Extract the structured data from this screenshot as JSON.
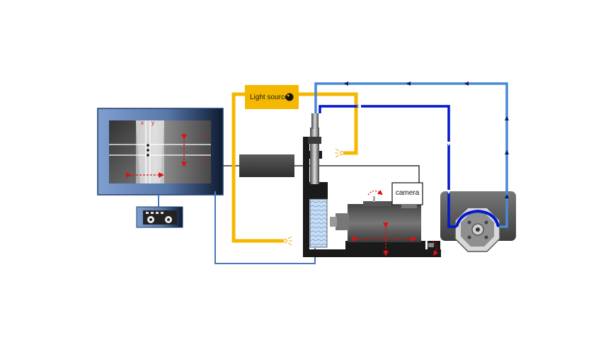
{
  "labels": {
    "light_source": "Light source",
    "camera": "camera",
    "monitor_x_top": "x",
    "monitor_y_top": "y",
    "monitor_x_right": "x",
    "monitor_y_right": "y"
  },
  "colors": {
    "light_source": "#f5b800",
    "light_fiber": "#f5b800",
    "tubing_outer": "#4a88d6",
    "tubing_inner": "#0018d0",
    "cable": "#333333",
    "signal_line": "#4a78b8",
    "motion_arrow": "#e01010",
    "monitor_frame": "#1e3f6e",
    "housing_dark": "#1a1a1a"
  },
  "icons": [
    "bulb-icon",
    "rotation-arrow-icon",
    "flow-arrow-icon",
    "pump-rotor-icon"
  ]
}
